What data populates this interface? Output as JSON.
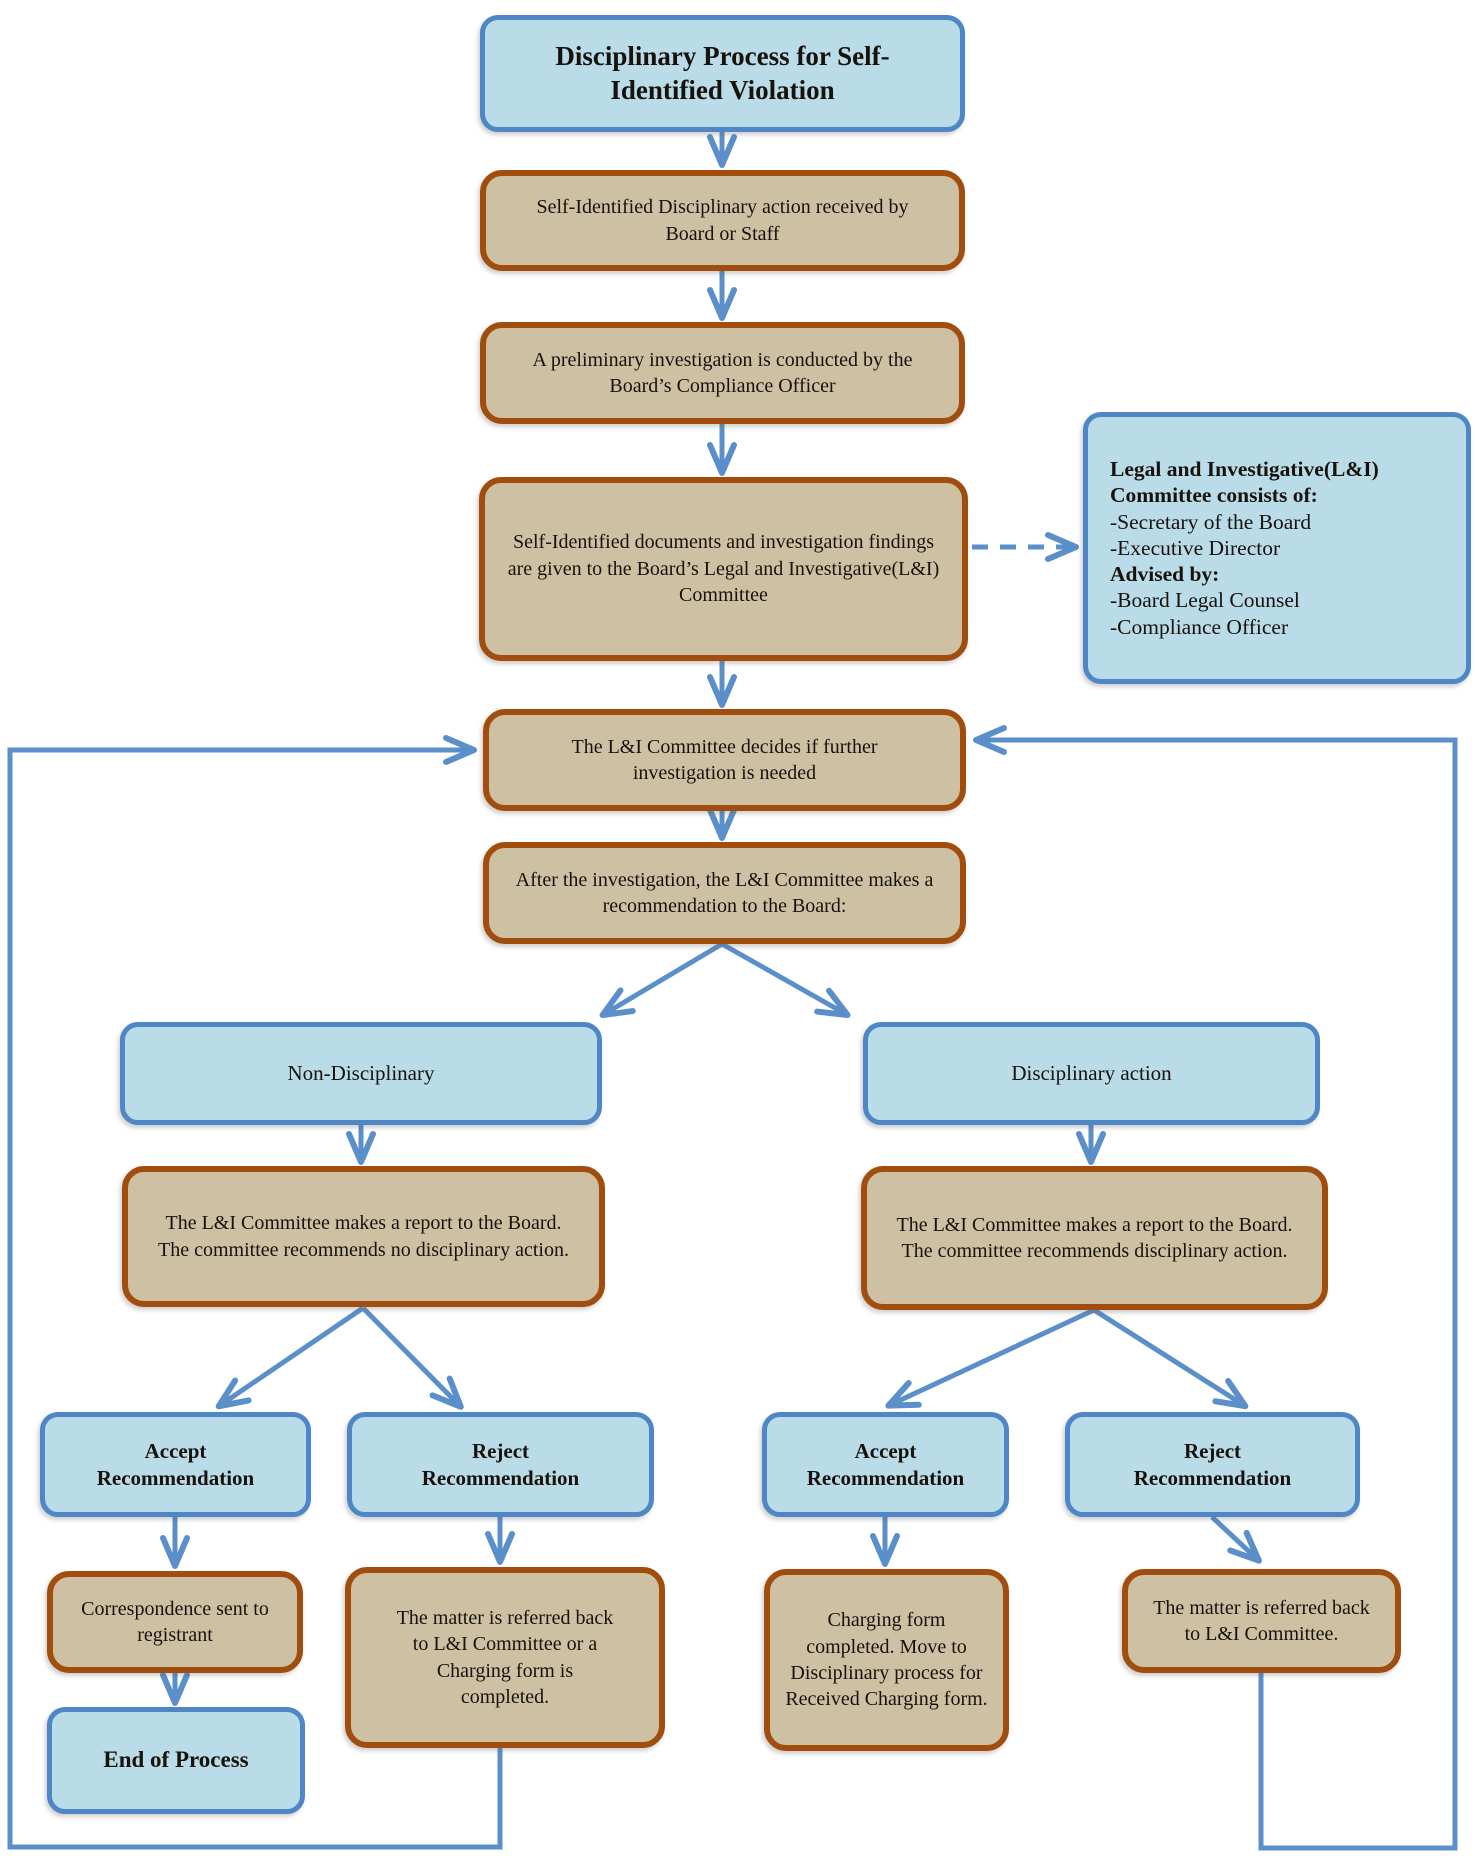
{
  "colors": {
    "blue_fill": "#b9dce8",
    "blue_border": "#4f86c6",
    "tan_fill": "#cec0a2",
    "tan_border": "#a04d0e",
    "arrow": "#5b8fca",
    "text": "#17120c"
  },
  "flowchart": {
    "title": "Disciplinary Process for Self-Identified Violation",
    "received": "Self-Identified Disciplinary action received by Board or Staff",
    "preliminary": "A preliminary investigation is conducted by the Board’s Compliance Officer",
    "documents": "Self-Identified documents and investigation findings are given to the Board’s Legal and Investigative(L&I) Committee",
    "committee": {
      "lines": [
        "Legal and Investigative(L&I)",
        "Committee consists of:",
        "-Secretary of the Board",
        "-Executive Director",
        "Advised by:",
        "-Board Legal Counsel",
        "-Compliance Officer"
      ]
    },
    "decides": "The L&I Committee decides if further investigation is needed",
    "recommendation": "After the investigation, the L&I Committee makes a recommendation to the Board:",
    "non_disciplinary": "Non-Disciplinary",
    "disciplinary_action": "Disciplinary action",
    "report_no_action": "The L&I Committee makes a report to the Board.  The committee recommends no disciplinary action.",
    "report_action": "The L&I Committee makes a report to the Board.  The committee recommends disciplinary action.",
    "accept": "Accept Recommendation",
    "reject": "Reject Recommendation",
    "correspondence": "Correspondence sent to registrant",
    "end_of_process": "End of Process",
    "referred_or_charging": "The matter is referred back to L&I Committee or a Charging form is completed.",
    "charging_form": {
      "lines": [
        "Charging form completed.",
        "Move to Disciplinary process for Received Charging form."
      ]
    },
    "referred_back": "The matter is referred back to L&I Committee."
  }
}
